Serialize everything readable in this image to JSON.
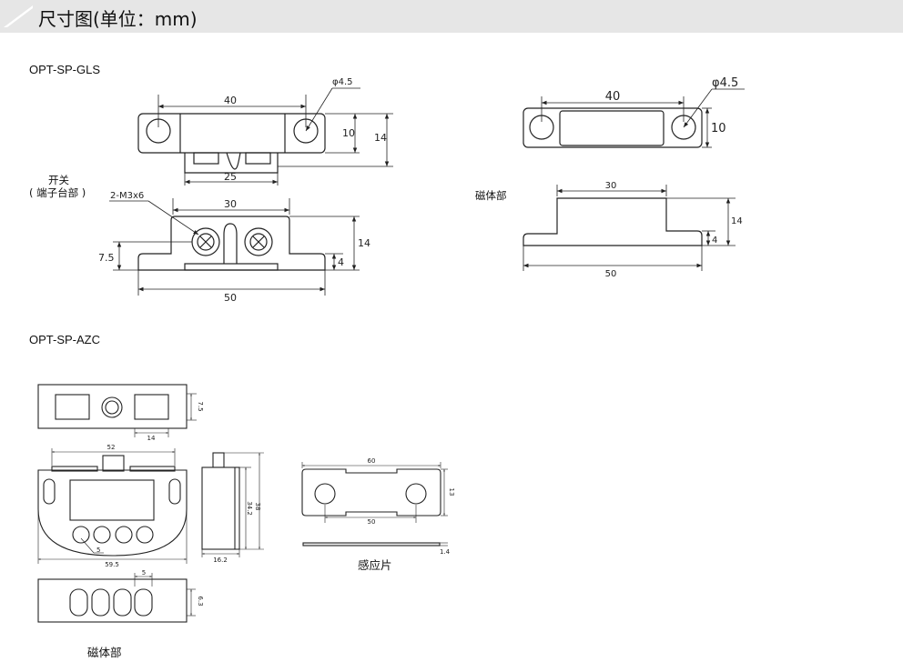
{
  "page": {
    "title": "尺寸图(单位：mm)"
  },
  "gls": {
    "model": "OPT-SP-GLS",
    "switch_caption_line1": "开关",
    "switch_caption_line2": "( 端子台部 )",
    "magnet_caption": "磁体部",
    "switch_top": {
      "w": "40",
      "hole": "φ4.5",
      "h_inner": "10",
      "h_outer": "14",
      "bottom": "25"
    },
    "switch_side": {
      "screw": "2-M3x6",
      "top": "30",
      "left_h": "7.5",
      "right_h": "14",
      "base_h": "4",
      "bottom": "50"
    },
    "magnet_top": {
      "w": "40",
      "hole": "φ4.5",
      "h": "10"
    },
    "magnet_side": {
      "top": "30",
      "h": "14",
      "base_h": "4",
      "bottom": "50"
    }
  },
  "azc": {
    "model": "OPT-SP-AZC",
    "magnet_caption": "磁体部",
    "plate_caption": "感应片",
    "top_view": {
      "h": "7.5",
      "spacing": "14"
    },
    "front_view": {
      "w_top": "52",
      "radius": "5",
      "w_bottom": "59.5"
    },
    "side_view": {
      "h_outer": "38",
      "h_inner": "34.2",
      "w": "16.2"
    },
    "plate": {
      "w": "60",
      "hole_spacing": "50",
      "h": "13",
      "thickness": "1.4"
    },
    "magnet": {
      "spacing": "5",
      "h": "6.3"
    }
  }
}
